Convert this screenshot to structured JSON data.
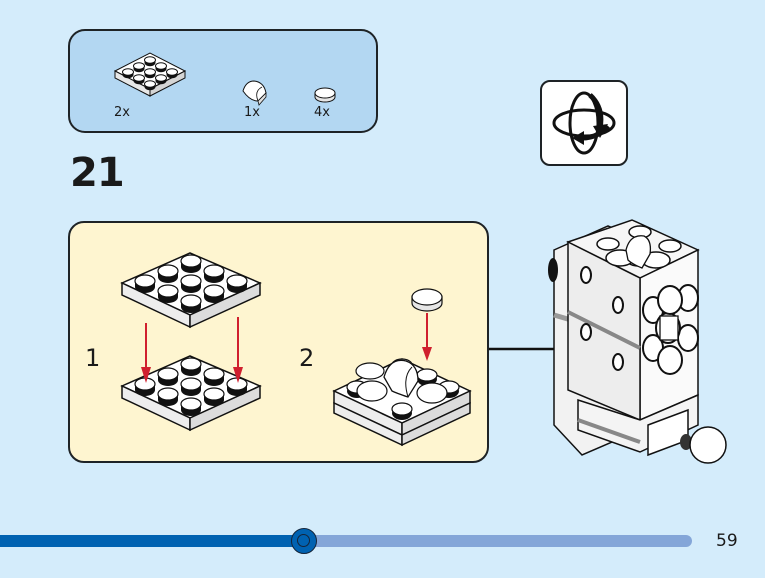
{
  "parts_list": {
    "items": [
      {
        "name": "plate-3x3",
        "quantity": "2x"
      },
      {
        "name": "curved-slope-1x1",
        "quantity": "1x"
      },
      {
        "name": "round-tile-1x1",
        "quantity": "4x"
      }
    ]
  },
  "step": {
    "number": "21",
    "substeps": [
      {
        "label": "1"
      },
      {
        "label": "2"
      }
    ]
  },
  "rotate_icon": "rotate-model-icon",
  "colors": {
    "background": "#d4ecfb",
    "parts_box": "#b3d7f2",
    "substep_box": "#fef5d0",
    "arrow": "#d0202e",
    "progress_done": "#0062b1",
    "progress_remaining": "#84a6d8",
    "accent_purple": "#9b3a8c"
  },
  "progress": {
    "fraction": 0.44
  },
  "page": {
    "number": "59"
  }
}
